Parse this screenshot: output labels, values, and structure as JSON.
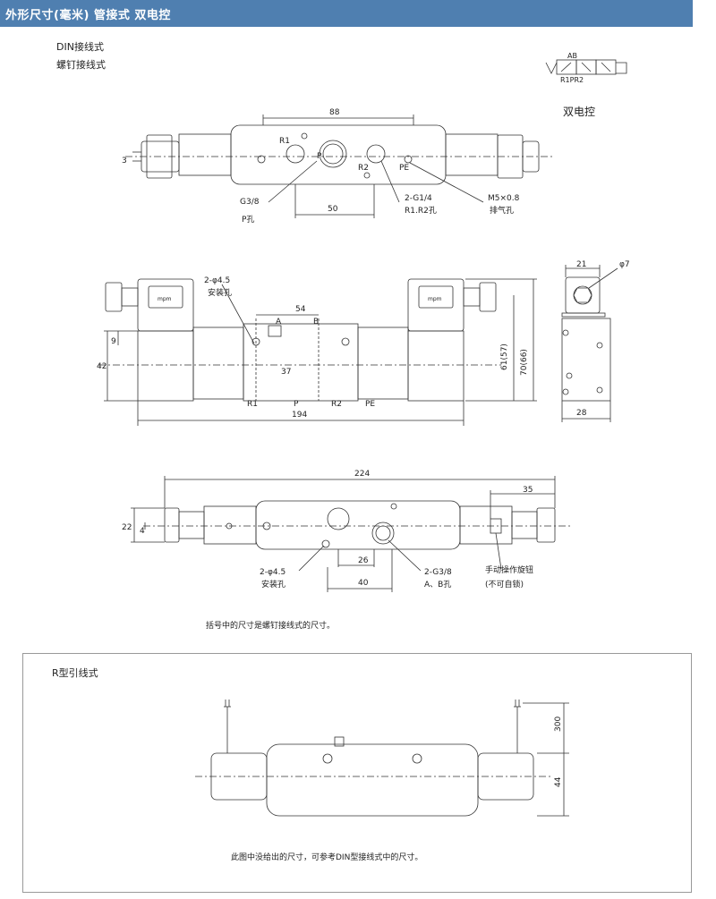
{
  "header": {
    "title": "外形尺寸(毫米)  管接式 双电控"
  },
  "labels": {
    "din": "DIN接线式",
    "screw": "螺钉接线式",
    "dual": "双电控",
    "note1": "括号中的尺寸是螺钉接线式的尺寸。",
    "rtype": "R型引线式",
    "note2": "此图中没给出的尺寸，可参考DIN型接线式中的尺寸。"
  },
  "symbol": {
    "ab": "AB",
    "r1pr2": "R1PR2"
  },
  "view1": {
    "d88": "88",
    "r1": "R1",
    "p": "P",
    "r2": "R2",
    "pe": "PE",
    "d3": "3",
    "g38": "G3/8",
    "ph": "P孔",
    "d50": "50",
    "g14": "2-G1/4",
    "r1r2": "R1.R2孔",
    "m5": "M5×0.8",
    "exh": "排气孔"
  },
  "view2": {
    "hole": "2-φ4.5",
    "mount": "安装孔",
    "d54": "54",
    "a": "A",
    "b": "B",
    "d9": "9",
    "d42": "42",
    "d37": "37",
    "r1": "R1",
    "p": "P",
    "r2": "R2",
    "pe": "PE",
    "d194": "194",
    "d61": "61(57)",
    "d70": "70(66)",
    "mpm": "mpm"
  },
  "view3": {
    "d21": "21",
    "phi7": "φ7",
    "d28": "28"
  },
  "view4": {
    "d224": "224",
    "d35": "35",
    "d22": "22",
    "d4": "4",
    "hole": "2-φ4.5",
    "mount": "安装孔",
    "d26": "26",
    "d40": "40",
    "g38": "2-G3/8",
    "ab": "A、B孔",
    "manual": "手动操作旋钮",
    "nolock": "(不可自锁)"
  },
  "view5": {
    "d300": "300",
    "d44": "44"
  }
}
